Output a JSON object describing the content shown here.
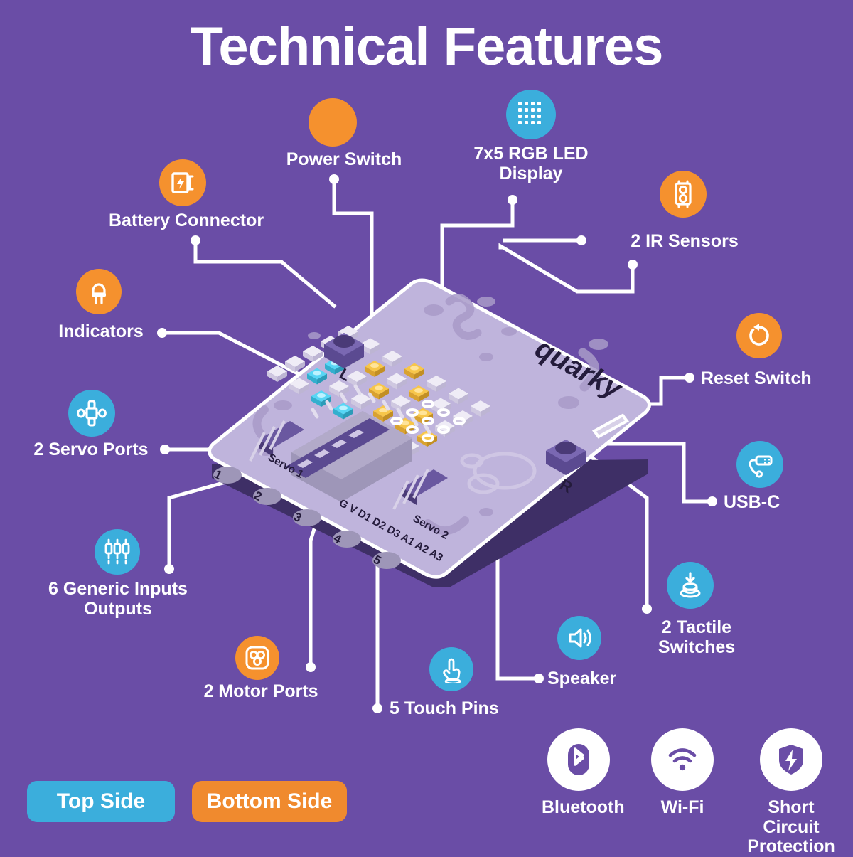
{
  "title": "Technical Features",
  "theme": {
    "background": "#6A4DA6",
    "orange": "#F5912E",
    "blue": "#3BAEDC",
    "white": "#FFFFFF",
    "board_face": "#BFB4DC",
    "board_edge": "#4A3A77",
    "led_on_yellow": "#F2B93B",
    "led_on_cyan": "#4FD2F0",
    "led_off": "#E6E2EF"
  },
  "features": [
    {
      "id": "power-switch",
      "label": "Power Switch",
      "icon": "power-switch-icon",
      "color": "orange"
    },
    {
      "id": "led-display",
      "label": "7x5 RGB LED\nDisplay",
      "icon": "led-matrix-icon",
      "color": "blue"
    },
    {
      "id": "battery",
      "label": "Battery Connector",
      "icon": "battery-connector-icon",
      "color": "orange"
    },
    {
      "id": "ir-sensors",
      "label": "2 IR Sensors",
      "icon": "ir-sensor-icon",
      "color": "orange"
    },
    {
      "id": "indicators",
      "label": "Indicators",
      "icon": "led-bulb-icon",
      "color": "orange"
    },
    {
      "id": "reset-switch",
      "label": "Reset Switch",
      "icon": "reset-icon",
      "color": "orange"
    },
    {
      "id": "servo-ports",
      "label": "2 Servo Ports",
      "icon": "servo-icon",
      "color": "blue"
    },
    {
      "id": "usb-c",
      "label": "USB-C",
      "icon": "usb-icon",
      "color": "blue"
    },
    {
      "id": "generic-io",
      "label": "6 Generic Inputs\nOutputs",
      "icon": "io-pins-icon",
      "color": "blue"
    },
    {
      "id": "tactile",
      "label": "2 Tactile\nSwitches",
      "icon": "tactile-switch-icon",
      "color": "blue"
    },
    {
      "id": "motor-ports",
      "label": "2 Motor Ports",
      "icon": "motor-icon",
      "color": "orange"
    },
    {
      "id": "speaker",
      "label": "Speaker",
      "icon": "speaker-icon",
      "color": "blue"
    },
    {
      "id": "touch-pins",
      "label": "5 Touch Pins",
      "icon": "touch-hand-icon",
      "color": "blue"
    }
  ],
  "badges": [
    {
      "id": "bluetooth",
      "label": "Bluetooth",
      "icon": "bluetooth-icon"
    },
    {
      "id": "wifi",
      "label": "Wi-Fi",
      "icon": "wifi-icon"
    },
    {
      "id": "short-circuit",
      "label": "Short Circuit\nProtection",
      "icon": "shield-bolt-icon"
    }
  ],
  "legend": [
    {
      "id": "top-side",
      "label": "Top Side",
      "color": "blue"
    },
    {
      "id": "bottom-side",
      "label": "Bottom Side",
      "color": "orange"
    }
  ],
  "board": {
    "brand": "quarky",
    "button_left": "L",
    "button_right": "R",
    "silkscreen": {
      "servo1": "Servo 1",
      "servo2": "Servo 2",
      "io_pins": "G V D1 D2 D3 A1 A2 A3",
      "touch_pads": [
        "1",
        "2",
        "3",
        "4",
        "5"
      ]
    },
    "led_matrix": {
      "cols": 7,
      "rows": 5,
      "lit": [
        {
          "col": 3,
          "row": 0,
          "color": "yellow"
        },
        {
          "col": 2,
          "row": 1,
          "color": "yellow"
        },
        {
          "col": 4,
          "row": 1,
          "color": "yellow"
        },
        {
          "col": 3,
          "row": 2,
          "color": "yellow"
        },
        {
          "col": 5,
          "row": 2,
          "color": "yellow"
        },
        {
          "col": 6,
          "row": 3,
          "color": "yellow"
        },
        {
          "col": 5,
          "row": 3,
          "color": "yellow"
        },
        {
          "col": 4,
          "row": 3,
          "color": "yellow"
        },
        {
          "col": 1,
          "row": 2,
          "color": "cyan"
        },
        {
          "col": 1,
          "row": 3,
          "color": "cyan"
        },
        {
          "col": 2,
          "row": 4,
          "color": "cyan"
        },
        {
          "col": 3,
          "row": 4,
          "color": "cyan"
        },
        {
          "col": 5,
          "row": 4,
          "color": "cyan"
        }
      ]
    }
  }
}
